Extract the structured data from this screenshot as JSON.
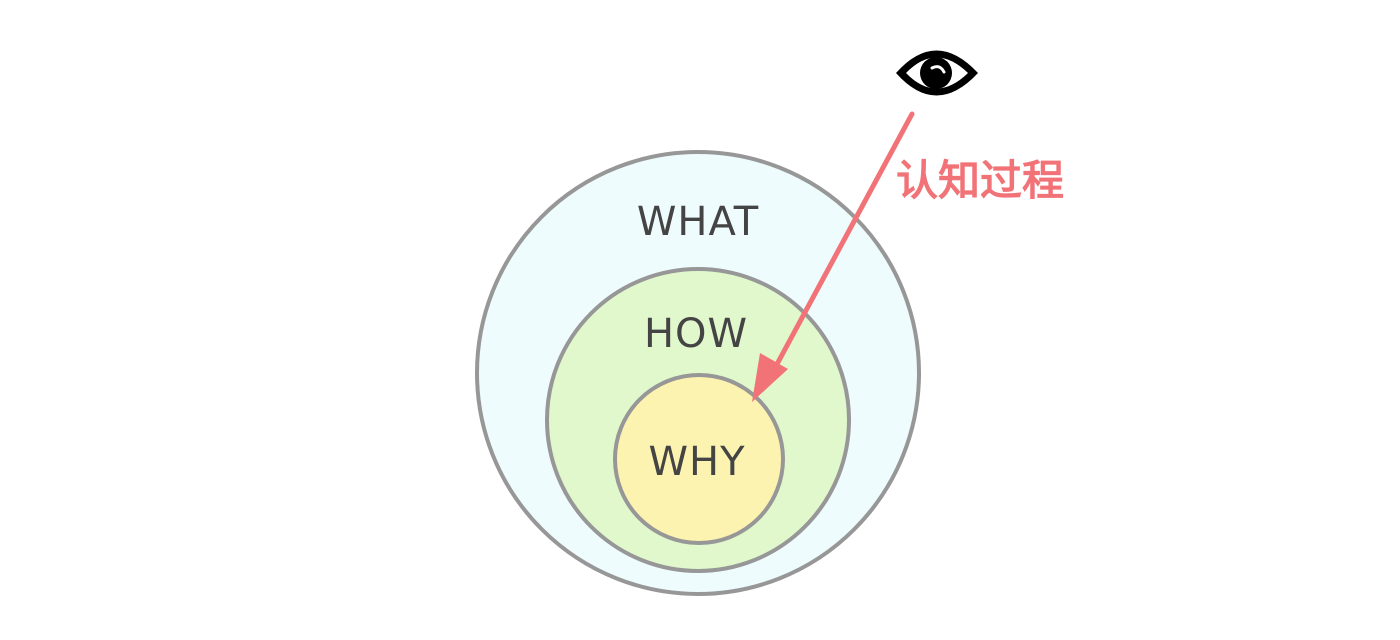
{
  "diagram": {
    "outer_label": "WHAT",
    "middle_label": "HOW",
    "inner_label": "WHY",
    "arrow_label": "认知过程",
    "observer_icon": "eye-icon"
  },
  "colors": {
    "outer_fill": "#eefcfd",
    "middle_fill": "#e0f8cc",
    "inner_fill": "#fdf3b0",
    "circle_stroke": "#979797",
    "arrow": "#f27377",
    "text": "#444444"
  }
}
